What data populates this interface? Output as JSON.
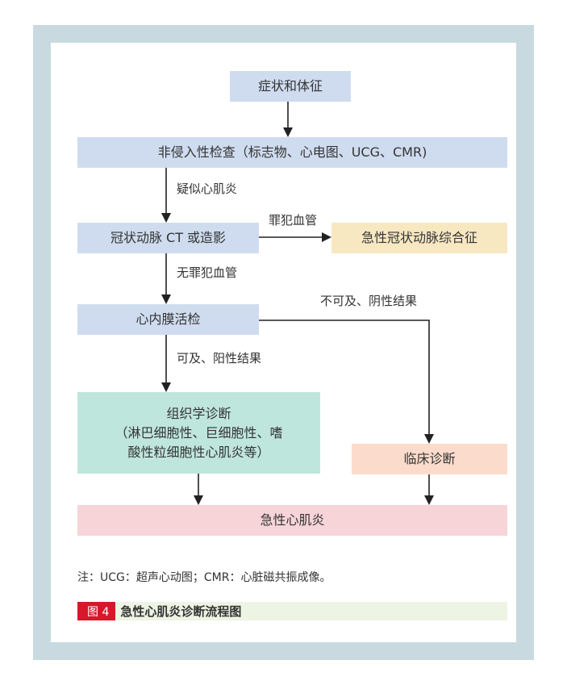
{
  "nodes": {
    "symptoms": "症状和体征",
    "noninvasive": "非侵入性检查（标志物、心电图、UCG、CMR)",
    "coronary": "冠状动脉 CT 或造影",
    "acs": "急性冠状动脉综合征",
    "biopsy": "心内膜活检",
    "histology_line1": "组织学诊断",
    "histology_line2": "（淋巴细胞性、巨细胞性、嗜",
    "histology_line3": "酸性粒细胞性心肌炎等）",
    "clinical": "临床诊断",
    "myocarditis": "急性心肌炎"
  },
  "edges": {
    "suspected": "疑似心肌炎",
    "culprit": "罪犯血管",
    "no_culprit": "无罪犯血管",
    "not_accessible": "不可及、阴性结果",
    "accessible": "可及、阳性结果"
  },
  "footnote": "注：UCG：超声心动图；CMR：心脏磁共振成像。",
  "caption": {
    "number": "图 4",
    "title": "急性心肌炎诊断流程图"
  },
  "colors": {
    "frame": "#c8dadf",
    "blue": "#cfdcef",
    "yellow": "#f8e8c2",
    "teal": "#bfe6dd",
    "peach": "#fbdccc",
    "pink": "#f6d4d7",
    "caption_red": "#d7182a"
  }
}
